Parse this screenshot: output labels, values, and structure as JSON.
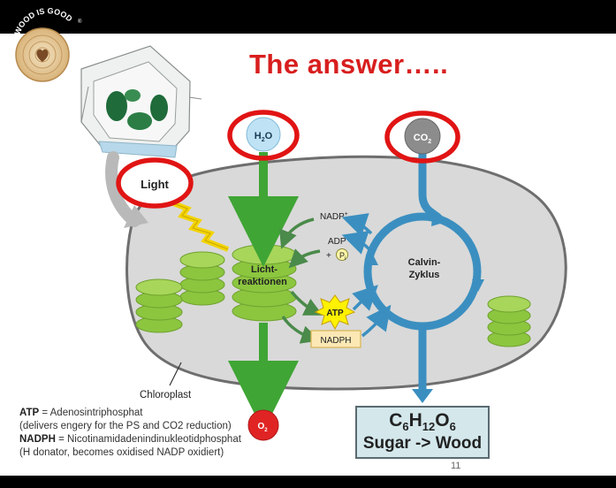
{
  "logo": {
    "text": "WOOD IS GOOD",
    "mark": "®"
  },
  "title": "The answer…..",
  "labels": {
    "light": "Light",
    "water": "H",
    "water_sub": "2",
    "water_tail": "O",
    "co2": "CO",
    "co2_sub": "2",
    "o2": "O",
    "o2_sub": "2",
    "light_reactions_1": "Licht-",
    "light_reactions_2": "reaktionen",
    "calvin_1": "Calvin-",
    "calvin_2": "Zyklus",
    "nadp": "NADP",
    "nadp_sup": "+",
    "adp": "ADP",
    "plus": "+",
    "pi": "P",
    "pi_sub": "i",
    "atp": "ATP",
    "nadph": "NADPH",
    "chloroplast": "Chloroplast"
  },
  "result": {
    "formula_c": "C",
    "c_n": "6",
    "formula_h": "H",
    "h_n": "12",
    "formula_o": "O",
    "o_n": "6",
    "sugar_text": "Sugar -> Wood"
  },
  "legend": {
    "atp_term": "ATP",
    "atp_def": " = Adenosintriphosphat",
    "atp_note": "(delivers engery for the PS and CO2 reduction)",
    "nadph_term": "NADPH",
    "nadph_def": " = Nicotinamidadenindinukleotidphosphat",
    "nadph_note": "(H donator, becomes oxidised NADP oxidiert)"
  },
  "page_number": "11",
  "colors": {
    "slide_bg": "#ffffff",
    "chloroplast_fill": "#d9d9d9",
    "green_path": "#3fa535",
    "blue_path": "#3b8fc0",
    "highlight_ring": "#e11414",
    "title": "#d81e1e"
  }
}
